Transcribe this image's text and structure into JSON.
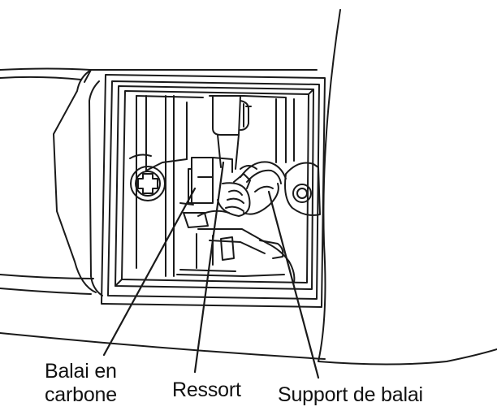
{
  "labels": {
    "carbon_brush_line1": "Balai en",
    "carbon_brush_line2": "carbone",
    "spring": "Ressort",
    "brush_holder": "Support de balai"
  },
  "colors": {
    "ink": "#111111",
    "background": "#ffffff"
  }
}
